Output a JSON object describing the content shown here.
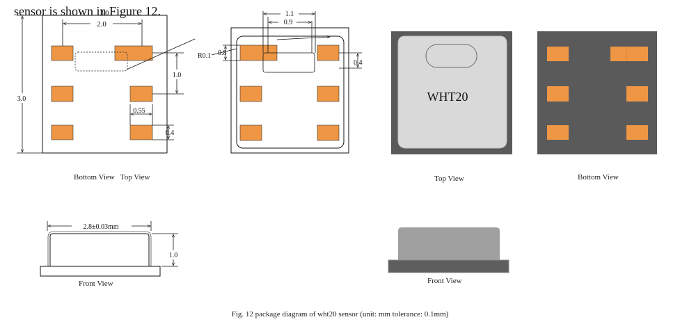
{
  "heading_text": "sensor is shown in Figure 12.",
  "dims": {
    "top_width": "3.0",
    "pad_pitch_x": "2.0",
    "height": "3.0",
    "pad_pitch_y": "1.0",
    "pad_width": "0.55",
    "pad_height": "0.4",
    "width_1_1": "1.1",
    "width_0_9": "0.9",
    "corner_radius": "R0.1",
    "pad_len_0_8": "0.8",
    "pad_h_0_4": "0.4",
    "front_width": "2.8±0.03mm",
    "front_height": "1.0"
  },
  "chip_label": "WHT20",
  "captions": {
    "bottom_top": "Bottom View   Top View",
    "top_view": "Top View",
    "bottom_view": "Bottom View",
    "front_view_left": "Front View",
    "front_view_right": "Front View"
  },
  "figure_caption": "Fig. 12 package diagram of wht20 sensor (unit: mm tolerance: 0.1mm)",
  "colors": {
    "pad": "#EE9644",
    "chip_body": "#5A5A5A",
    "chip_cap": "#D9D9D9",
    "front_cap": "#A0A0A0",
    "front_base": "#5E5E5E"
  }
}
